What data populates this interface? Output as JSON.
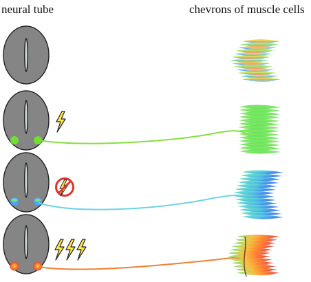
{
  "labels": {
    "left_header": "neural tube",
    "right_header": "chevrons of muscle cells"
  },
  "panels": [
    {
      "row": 1,
      "stimulus": "none",
      "spot_colors": [],
      "connection_color": null,
      "chevron_gradient": [
        "#ff5fb0",
        "#ffb347",
        "#ffe94a",
        "#6be36b",
        "#4fc6ff",
        "#7a6cff",
        "#ff5fb0"
      ]
    },
    {
      "row": 2,
      "stimulus": "single-bolt",
      "spot_colors": [
        "#6fe02f",
        "#6fe02f"
      ],
      "connection_color": "#86df3c",
      "chevron_gradient": [
        "#5fe05a",
        "#7ae85a",
        "#5fe05a"
      ]
    },
    {
      "row": 3,
      "stimulus": "blocked-bolt",
      "spot_colors": [
        "#4aa3ff",
        "#4aa3ff"
      ],
      "connection_color": "#6fd2e8",
      "chevron_gradient": [
        "#66e07a",
        "#55d6e0",
        "#3a7fe8",
        "#4aa3ff"
      ]
    },
    {
      "row": 4,
      "stimulus": "triple-bolt",
      "spot_colors": [
        "#f06a2a",
        "#f06a2a"
      ],
      "connection_color": "#f08030",
      "chevron_gradient": [
        "#6be36b",
        "#f5c23b",
        "#ff7a2a",
        "#e0342a"
      ]
    }
  ],
  "colors": {
    "tube_fill": "#858585",
    "tube_stroke": "#222222",
    "bolt_fill": "#ffe94a",
    "bolt_stroke": "#222222",
    "forbidden_stroke": "#e0342a"
  },
  "icons": {
    "stimulus_single": "lightning-bolt-icon",
    "stimulus_blocked": "no-lightning-icon",
    "stimulus_triple": "triple-lightning-icon"
  }
}
